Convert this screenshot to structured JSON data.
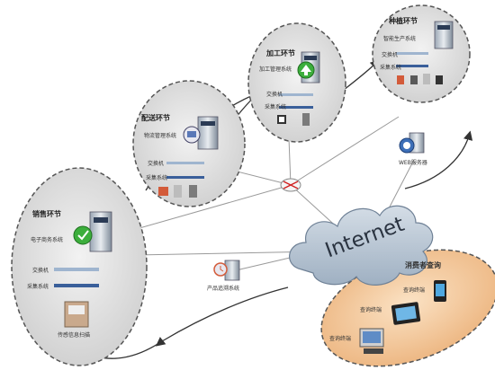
{
  "internet": "Internet",
  "sales": {
    "title": "销售环节",
    "system": "电子商务系统",
    "switch": "交换机",
    "collect": "采集系统",
    "scan": "传感信息扫描"
  },
  "distribution": {
    "title": "配送环节",
    "system": "物流管理系统",
    "switch": "交换机",
    "collect": "采集系统"
  },
  "processing": {
    "title": "加工环节",
    "system": "加工管理系统",
    "switch": "交换机",
    "collect": "采集系统"
  },
  "planting": {
    "title": "种植环节",
    "system": "智能生产系统",
    "switch": "交换机",
    "collect": "采集系统"
  },
  "web_server": "WEB服务器",
  "trace_system": "产品追溯系统",
  "consumer": {
    "title": "消费者查询",
    "terminal_1": "查询终端",
    "terminal_2": "查询终端",
    "terminal_3": "查询终端"
  },
  "colors": {
    "zone_fill": "#dddddd",
    "consumer_fill": "#f0c89c",
    "cloud_fill": "#b7c4d2",
    "line": "#9a9a9a",
    "arrow": "#333333"
  }
}
